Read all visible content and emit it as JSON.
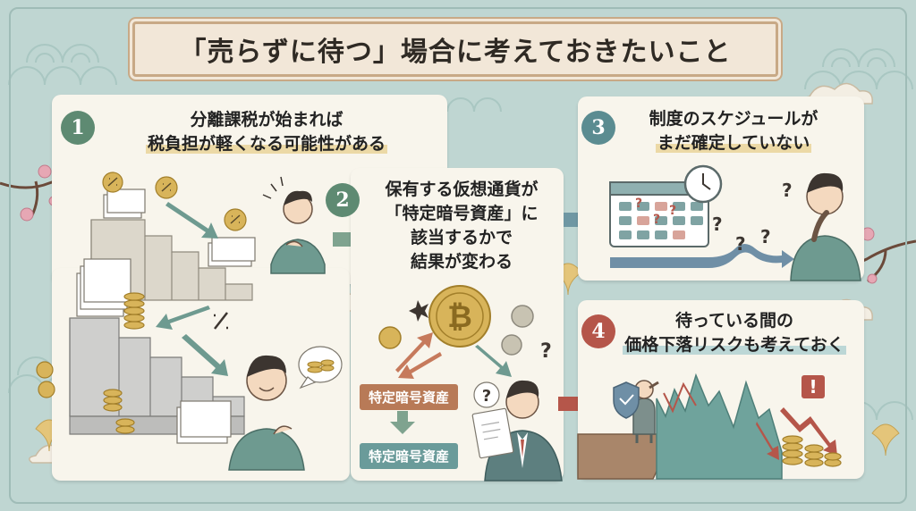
{
  "title": "「売らずに待つ」場合に考えておきたいこと",
  "sections": [
    {
      "number": "1",
      "title_lines": [
        "分離課税が始まれば",
        "税負担が軽くなる可能性がある"
      ]
    },
    {
      "number": "2",
      "title_lines": [
        "保有する仮想通貨が",
        "「特定暗号資産」に",
        "該当するかで",
        "結果が変わる"
      ],
      "flow": [
        "特定暗号資産",
        "特定暗号資産"
      ]
    },
    {
      "number": "3",
      "title_lines": [
        "制度のスケジュールが",
        "まだ確定していない"
      ]
    },
    {
      "number": "4",
      "title_lines": [
        "待っている間の",
        "価格下落リスクも考えておく"
      ]
    }
  ],
  "colors": {
    "background": "#bfd6d2",
    "panel": "#f8f5ec",
    "badge_green": "#5e8a72",
    "badge_teal": "#5b8c91",
    "badge_red": "#b5564a",
    "tag_brown": "#b87a57",
    "tag_teal": "#6a9b9a"
  }
}
